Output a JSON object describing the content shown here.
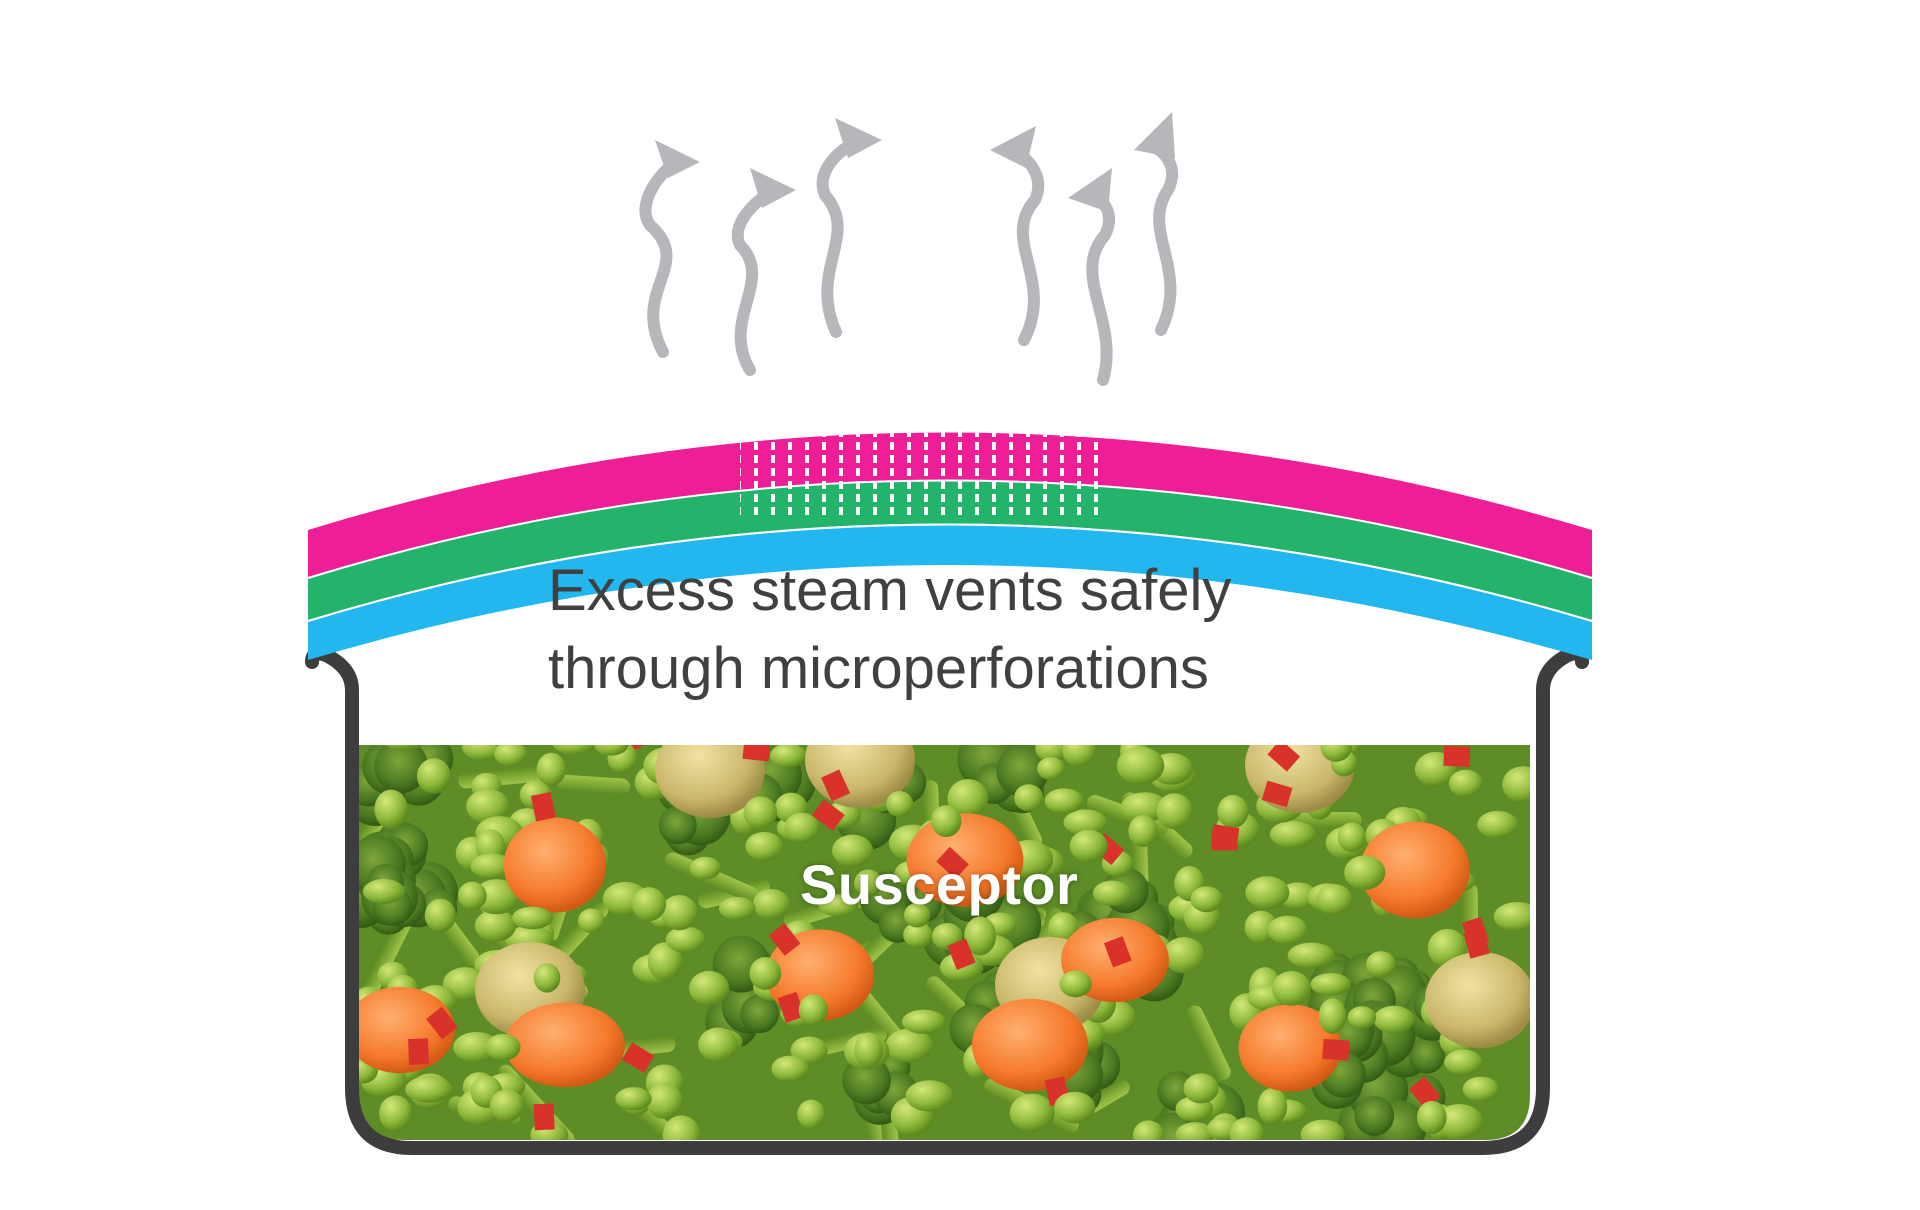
{
  "caption": {
    "line1": "Excess steam vents safely",
    "line2": "through microperforations"
  },
  "susceptor_label": "Susceptor",
  "colors": {
    "film_top": "#ee1f96",
    "film_middle": "#23b36a",
    "film_bottom": "#22b7ee",
    "pot_outline": "#3d3d3d",
    "steam_arrows": "#b5b7ba",
    "text": "#404041"
  },
  "icons": [
    "steam-arrow-icon",
    "microperforation-icon",
    "vegetables-illustration"
  ]
}
